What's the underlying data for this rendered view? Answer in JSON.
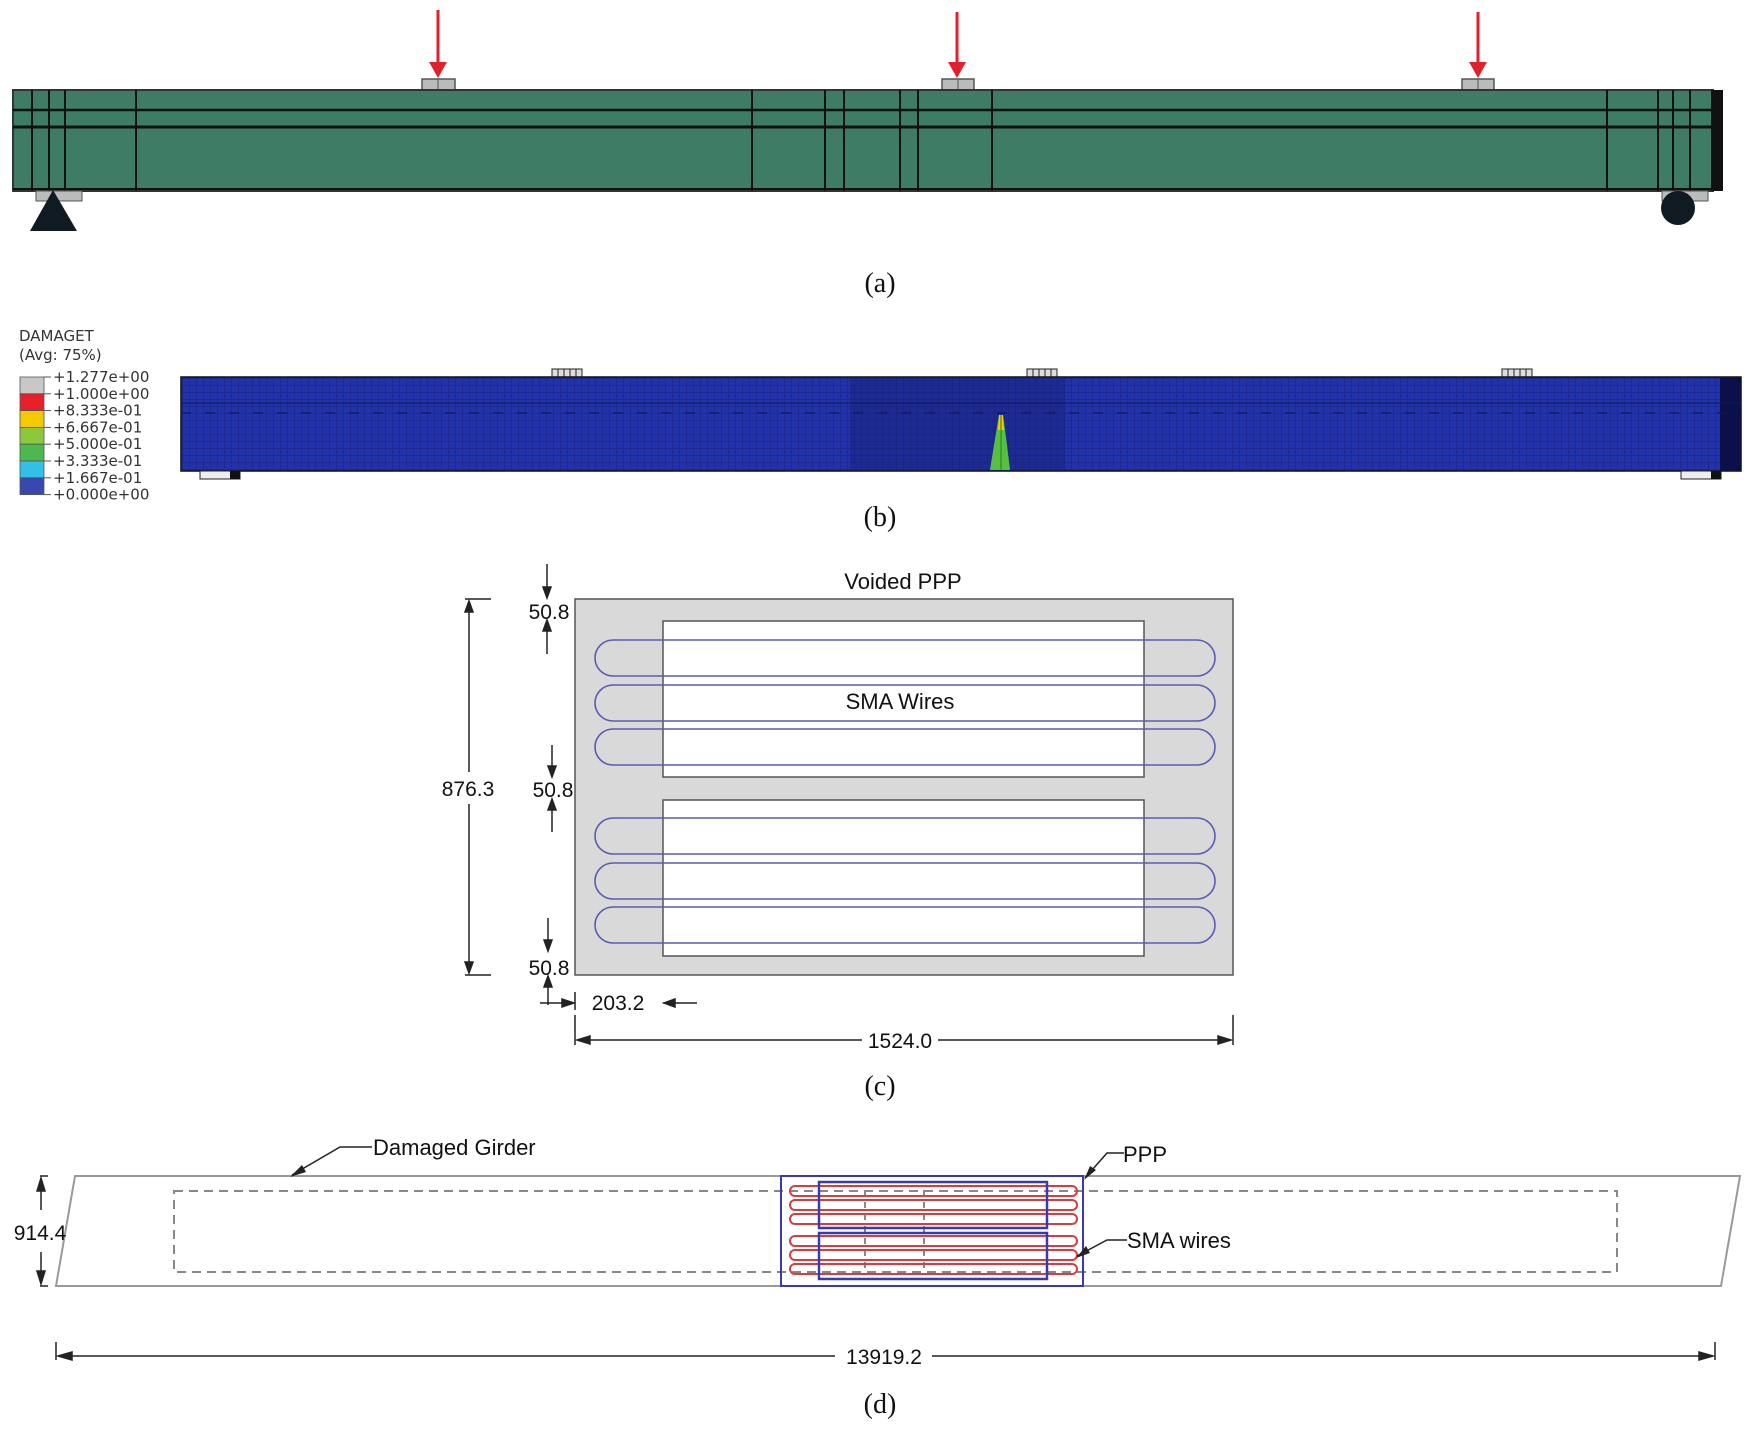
{
  "figure": {
    "panels": [
      {
        "id": "a",
        "caption": "(a)"
      },
      {
        "id": "b",
        "caption": "(b)"
      },
      {
        "id": "c",
        "caption": "(c)"
      },
      {
        "id": "d",
        "caption": "(d)"
      }
    ]
  },
  "panel_a": {
    "description": "Girder FE model with three point loads, pin support at left and roller support at right",
    "load_count": 3,
    "colors": {
      "girder": "#3f7c66",
      "load_arrow": "#e0202a",
      "support": "#101a22",
      "plate": "#b8bcbb"
    }
  },
  "panel_b": {
    "legend": {
      "title": "DAMAGET",
      "subtitle": "(Avg: 75%)",
      "ticks": [
        "+1.277e+00",
        "+1.000e+00",
        "+8.333e-01",
        "+6.667e-01",
        "+5.000e-01",
        "+3.333e-01",
        "+1.667e-01",
        "+0.000e+00"
      ],
      "bands": [
        "#c8c8c8",
        "#e8202a",
        "#f5c800",
        "#8cc83c",
        "#4cb850",
        "#30c0e8",
        "#3848b0"
      ]
    },
    "colors": {
      "girder": "#1e2a9a",
      "girder_dark": "#141c6a",
      "crack": "#58c040"
    }
  },
  "panel_c": {
    "title": "Voided PPP",
    "wire_label": "SMA Wires",
    "dimensions": {
      "top_cover": "50.8",
      "middle_gap": "50.8",
      "bottom_cover": "50.8",
      "height": "876.3",
      "side_offset": "203.2",
      "width": "1524.0"
    },
    "colors": {
      "plate": "#d9d9d9",
      "wire": "#5a5ab4",
      "outline": "#555555"
    }
  },
  "panel_d": {
    "labels": {
      "girder": "Damaged Girder",
      "ppp": "PPP",
      "sma": "SMA wires"
    },
    "dimensions": {
      "depth": "914.4",
      "length": "13919.2"
    },
    "colors": {
      "girder": "#999999",
      "ppp": "#3a3ab0",
      "sma": "#d04040"
    }
  }
}
